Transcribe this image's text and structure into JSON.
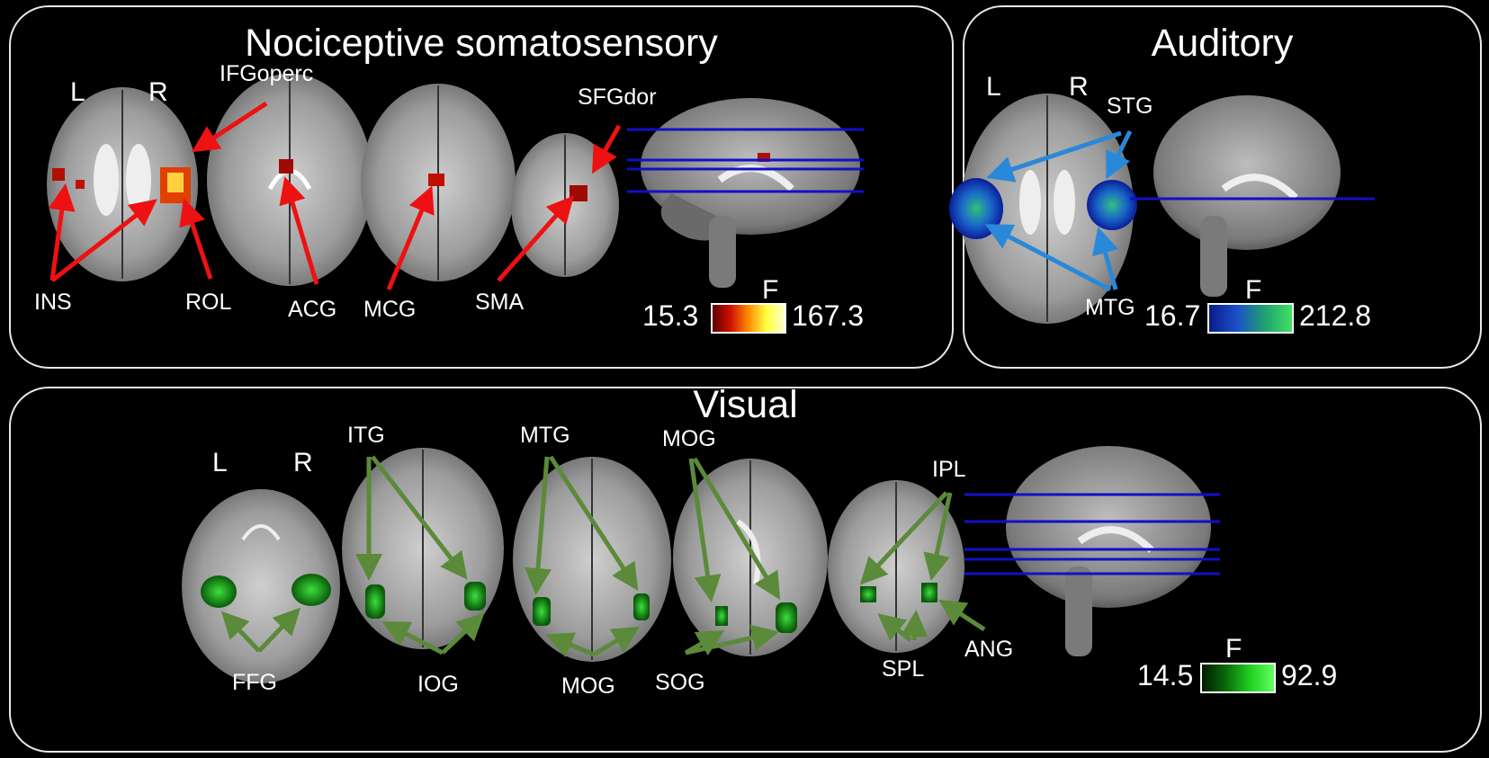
{
  "panels": {
    "nociceptive": {
      "title": "Nociceptive somatosensory",
      "lr": {
        "left": "L",
        "right": "R"
      },
      "regions": [
        "IFGoperc",
        "SFGdor",
        "INS",
        "ROL",
        "ACG",
        "MCG",
        "SMA"
      ],
      "scale": {
        "label": "F",
        "min": "15.3",
        "max": "167.3",
        "colors": [
          "#5a0000",
          "#d01000",
          "#ff8c00",
          "#ffff40",
          "#ffffd0"
        ]
      }
    },
    "auditory": {
      "title": "Auditory",
      "lr": {
        "left": "L",
        "right": "R"
      },
      "regions": [
        "STG",
        "MTG"
      ],
      "scale": {
        "label": "F",
        "min": "16.7",
        "max": "212.8",
        "colors": [
          "#0a1a8a",
          "#1a50c8",
          "#20a070",
          "#40e060"
        ]
      }
    },
    "visual": {
      "title": "Visual",
      "lr": {
        "left": "L",
        "right": "R"
      },
      "regions": [
        "ITG",
        "MTG",
        "MOG",
        "IPL",
        "FFG",
        "IOG",
        "MOG",
        "SOG",
        "SPL",
        "ANG"
      ],
      "scale": {
        "label": "F",
        "min": "14.5",
        "max": "92.9",
        "colors": [
          "#001a00",
          "#0a6a0a",
          "#20d020",
          "#60ff60"
        ]
      }
    }
  },
  "colors": {
    "arrow_red": "#ee1111",
    "arrow_blue": "#2a88d8",
    "arrow_green": "#5a8a3a",
    "slice_line": "#1010c8"
  }
}
